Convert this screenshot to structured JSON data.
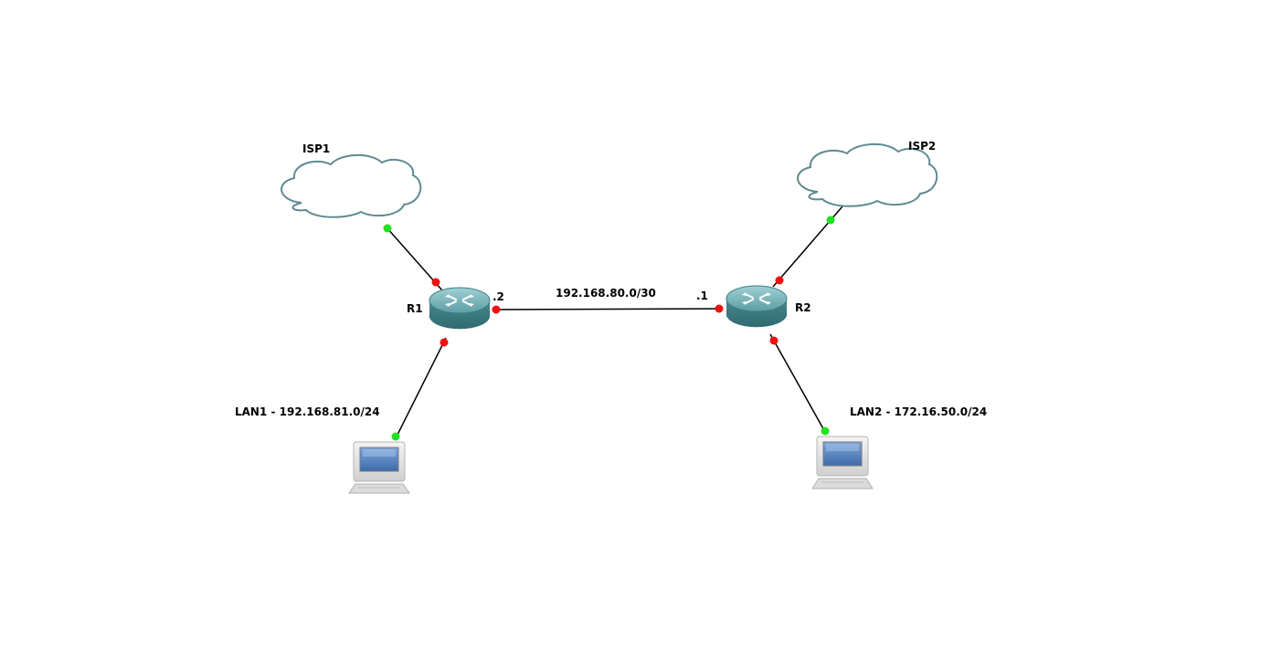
{
  "nodes": {
    "isp1": {
      "label": "ISP1"
    },
    "isp2": {
      "label": "ISP2"
    },
    "r1": {
      "label": "R1"
    },
    "r2": {
      "label": "R2"
    },
    "pc1": {
      "label": "LAN1 - 192.168.81.0/24"
    },
    "pc2": {
      "label": "LAN2 - 172.16.50.0/24"
    }
  },
  "links": {
    "r1_r2": {
      "label": "192.168.80.0/30",
      "r1_end": ".2",
      "r2_end": ".1"
    }
  },
  "colors": {
    "port_up": "#22e022",
    "port_down": "#ee1111",
    "router_body": "#5a9aa0",
    "cloud_stroke": "#5f8a92"
  }
}
